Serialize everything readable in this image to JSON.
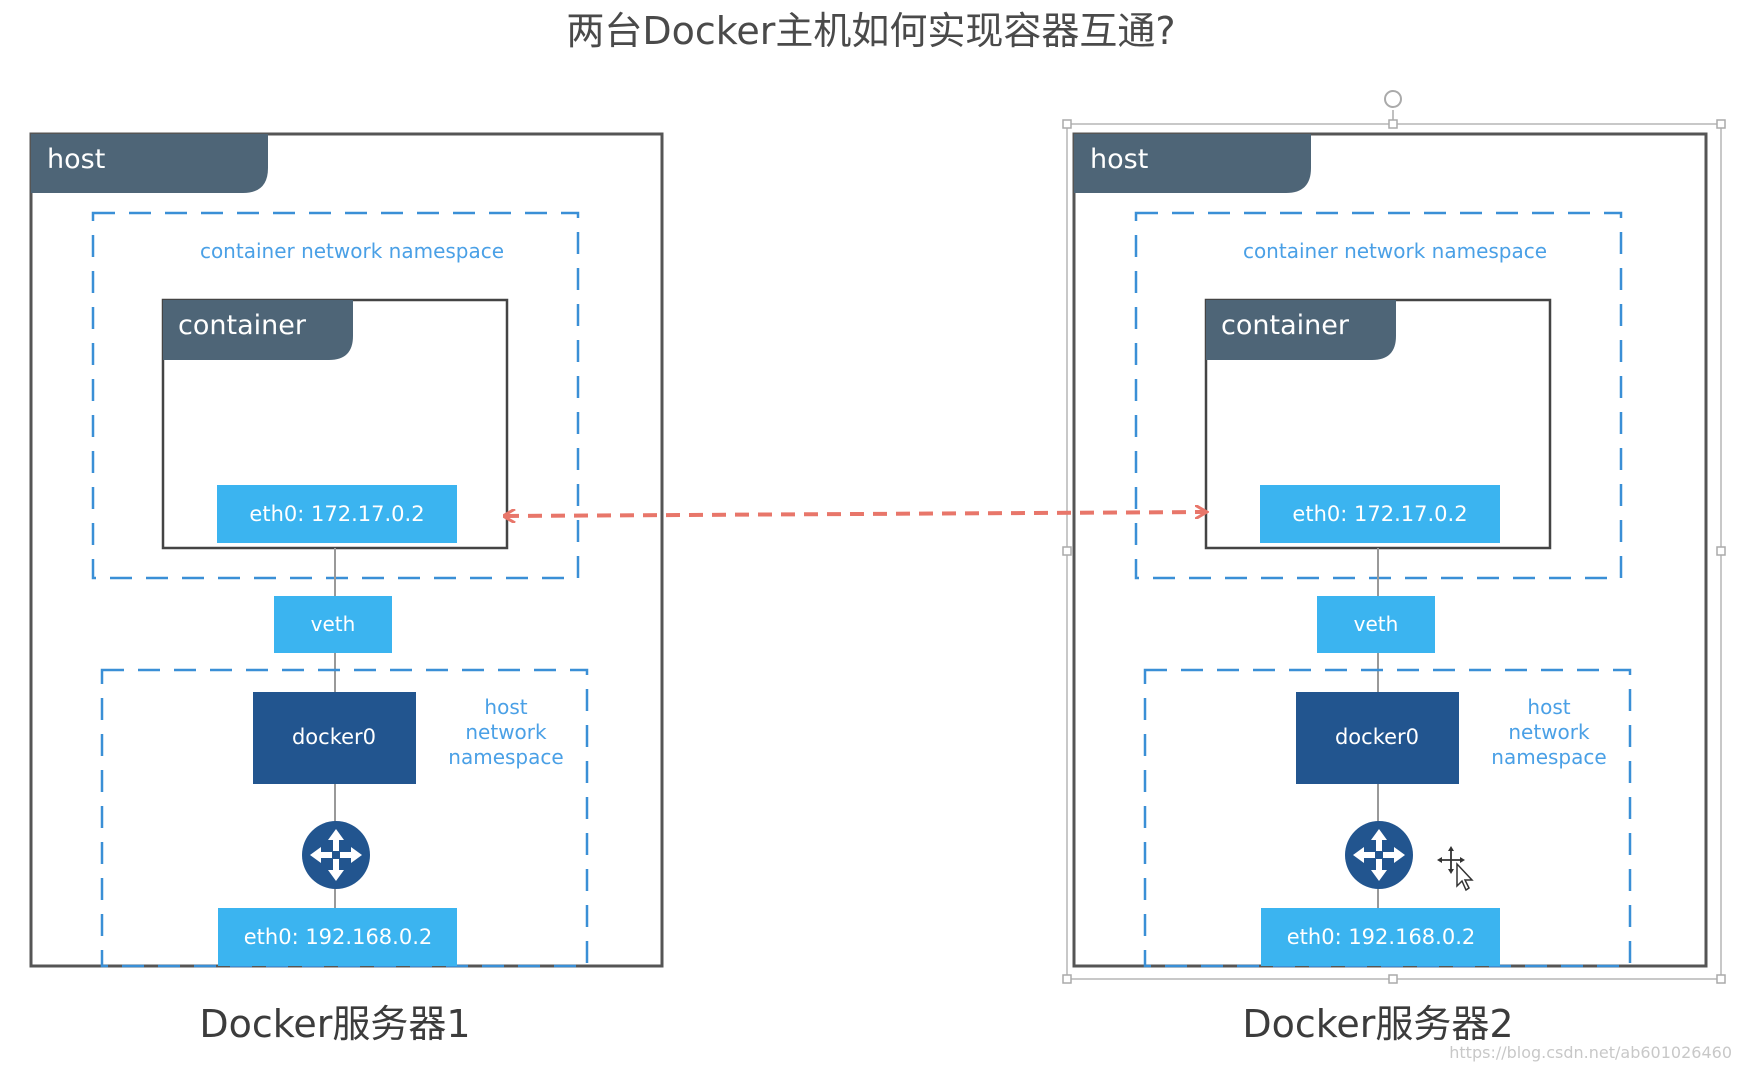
{
  "title": "两台Docker主机如何实现容器互通?",
  "hosts": [
    {
      "host_label": "host",
      "ns_label": "container network namespace",
      "container_label": "container",
      "eth0_container": "eth0: 172.17.0.2",
      "veth": "veth",
      "docker0": "docker0",
      "host_ns_lines": [
        "host",
        "network",
        "namespace"
      ],
      "eth0_host": "eth0: 192.168.0.2",
      "caption": "Docker服务器1"
    },
    {
      "host_label": "host",
      "ns_label": "container network namespace",
      "container_label": "container",
      "eth0_container": "eth0: 172.17.0.2",
      "veth": "veth",
      "docker0": "docker0",
      "host_ns_lines": [
        "host",
        "network",
        "namespace"
      ],
      "eth0_host": "eth0: 192.168.0.2",
      "caption": "Docker服务器2"
    }
  ],
  "watermark": "https://blog.csdn.net/ab601026460",
  "colors": {
    "host_tab": "#4e6577",
    "light_blue": "#3bb4f0",
    "dark_blue": "#22558f",
    "dashed_blue": "#3a8fd6",
    "ns_text": "#4aa0e6",
    "arrow": "#e8766a"
  }
}
